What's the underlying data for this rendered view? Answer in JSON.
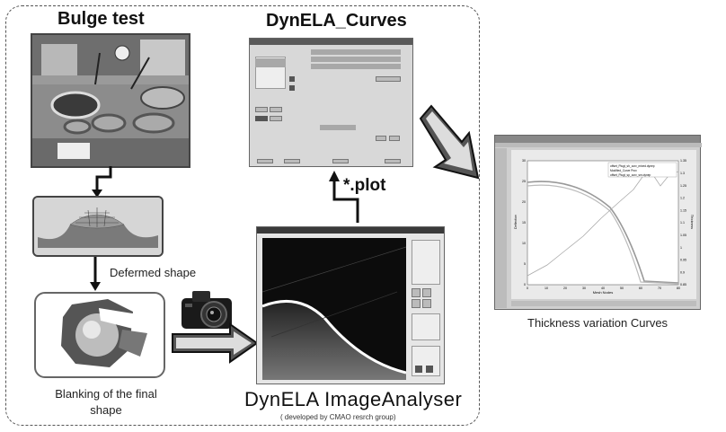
{
  "labels": {
    "bulge_test": "Bulge test",
    "dynela_curves": "DynELA_Curves",
    "defermed_shape": "Defermed shape",
    "blanking_line1": "Blanking of the final",
    "blanking_line2": "shape",
    "image_analyser": "DynELA ImageAnalyser",
    "developed_by": "( developed  by CMAO resrch group)",
    "plot": "*.plot",
    "thickness_curves": "Thickness variation Curves"
  },
  "thickness_chart": {
    "legend": [
      "offset_Plugt_sh_curv_mixed.dynep",
      "Modified_Curve Prox",
      "offset_Plugt_sp_curv_sm.dynep"
    ],
    "y_left_ticks": [
      "30",
      "25",
      "20",
      "15",
      "10",
      "5",
      "0"
    ],
    "y_right_ticks": [
      "1.35",
      "1.3",
      "1.25",
      "1.2",
      "1.15",
      "1.1",
      "1.05",
      "1",
      "0.95",
      "0.9",
      "0.85"
    ],
    "x_ticks": [
      "0",
      "10",
      "20",
      "30",
      "40",
      "50",
      "60",
      "70",
      "80"
    ],
    "xlabel": "Mesh Nodes",
    "ylabel_left": "Deflection",
    "ylabel_right": "Thickness"
  }
}
